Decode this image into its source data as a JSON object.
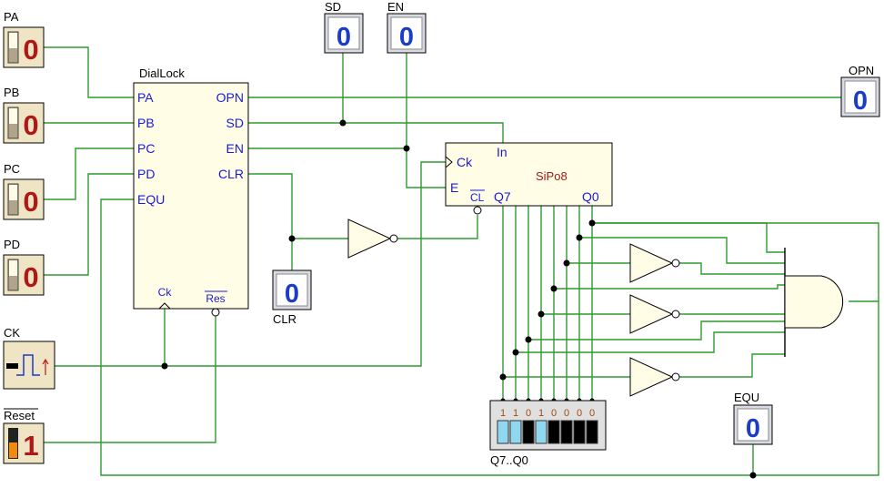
{
  "inputs": {
    "pa": {
      "label": "PA",
      "value": "0"
    },
    "pb": {
      "label": "PB",
      "value": "0"
    },
    "pc": {
      "label": "PC",
      "value": "0"
    },
    "pd": {
      "label": "PD",
      "value": "0"
    },
    "ck": {
      "label": "CK"
    },
    "reset": {
      "label": "Reset",
      "value": "1"
    }
  },
  "probes": {
    "sd": {
      "label": "SD",
      "value": "0"
    },
    "en": {
      "label": "EN",
      "value": "0"
    },
    "opn": {
      "label": "OPN",
      "value": "0"
    },
    "clr": {
      "label": "CLR",
      "value": "0"
    },
    "equ": {
      "label": "EQU",
      "value": "0"
    }
  },
  "diallock": {
    "title": "DialLock",
    "inputs": [
      "PA",
      "PB",
      "PC",
      "PD",
      "EQU"
    ],
    "outputs": [
      "OPN",
      "SD",
      "EN",
      "CLR"
    ],
    "ck": "Ck",
    "res": "Res"
  },
  "sipo": {
    "title": "SiPo8",
    "in": "In",
    "ck": "Ck",
    "e": "E",
    "cl": "CL",
    "q7": "Q7",
    "q0": "Q0"
  },
  "display": {
    "label": "Q7..Q0",
    "bits": [
      "1",
      "1",
      "0",
      "1",
      "0",
      "0",
      "0",
      "0"
    ]
  },
  "colors": {
    "wire": "#2e9a2e",
    "pin": "#1a1ad8",
    "digit": "#1a3cc8",
    "input_digit": "#b01818"
  }
}
